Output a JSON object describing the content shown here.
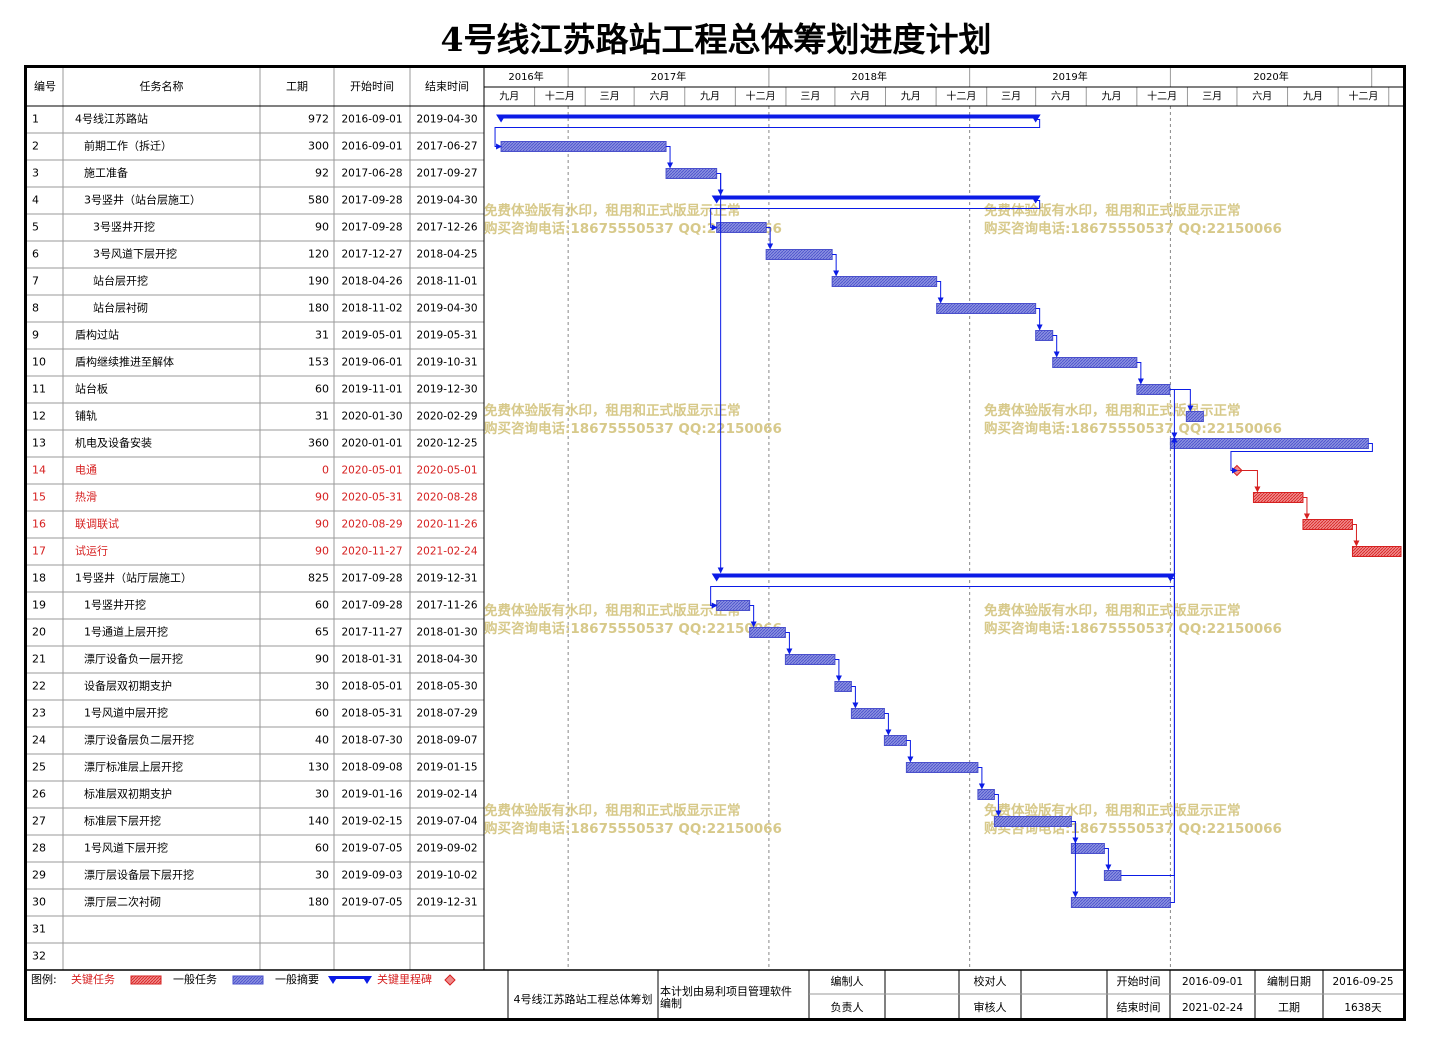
{
  "title": "4号线江苏路站工程总体筹划进度计划",
  "columns": {
    "id": "编号",
    "name": "任务名称",
    "duration": "工期",
    "start": "开始时间",
    "end": "结束时间"
  },
  "timeline": {
    "start_date": "2016-08-01",
    "years": [
      {
        "label": "2016年",
        "from": "2016-08-01",
        "to": "2017-01-01"
      },
      {
        "label": "2017年",
        "from": "2017-01-01",
        "to": "2018-01-01"
      },
      {
        "label": "2018年",
        "from": "2018-01-01",
        "to": "2019-01-01"
      },
      {
        "label": "2019年",
        "from": "2019-01-01",
        "to": "2020-01-01"
      },
      {
        "label": "2020年",
        "from": "2020-01-01",
        "to": "2021-01-01"
      }
    ],
    "quarters": [
      {
        "label": "九月",
        "from": "2016-08-01",
        "to": "2016-11-01"
      },
      {
        "label": "十二月",
        "from": "2016-11-01",
        "to": "2017-02-01"
      },
      {
        "label": "三月",
        "from": "2017-02-01",
        "to": "2017-05-01"
      },
      {
        "label": "六月",
        "from": "2017-05-01",
        "to": "2017-08-01"
      },
      {
        "label": "九月",
        "from": "2017-08-01",
        "to": "2017-11-01"
      },
      {
        "label": "十二月",
        "from": "2017-11-01",
        "to": "2018-02-01"
      },
      {
        "label": "三月",
        "from": "2018-02-01",
        "to": "2018-05-01"
      },
      {
        "label": "六月",
        "from": "2018-05-01",
        "to": "2018-08-01"
      },
      {
        "label": "九月",
        "from": "2018-08-01",
        "to": "2018-11-01"
      },
      {
        "label": "十二月",
        "from": "2018-11-01",
        "to": "2019-02-01"
      },
      {
        "label": "三月",
        "from": "2019-02-01",
        "to": "2019-05-01"
      },
      {
        "label": "六月",
        "from": "2019-05-01",
        "to": "2019-08-01"
      },
      {
        "label": "九月",
        "from": "2019-08-01",
        "to": "2019-11-01"
      },
      {
        "label": "十二月",
        "from": "2019-11-01",
        "to": "2020-02-01"
      },
      {
        "label": "三月",
        "from": "2020-02-01",
        "to": "2020-05-01"
      },
      {
        "label": "六月",
        "from": "2020-05-01",
        "to": "2020-08-01"
      },
      {
        "label": "九月",
        "from": "2020-08-01",
        "to": "2020-11-01"
      },
      {
        "label": "十二月",
        "from": "2020-11-01",
        "to": "2021-02-01"
      }
    ]
  },
  "tasks": [
    {
      "id": "1",
      "name": "4号线江苏路站",
      "level": 0,
      "duration": "972",
      "start": "2016-09-01",
      "end": "2019-04-30",
      "type": "summary",
      "critical": false
    },
    {
      "id": "2",
      "name": "前期工作（拆迁）",
      "level": 1,
      "duration": "300",
      "start": "2016-09-01",
      "end": "2017-06-27",
      "type": "task",
      "critical": false
    },
    {
      "id": "3",
      "name": "施工准备",
      "level": 1,
      "duration": "92",
      "start": "2017-06-28",
      "end": "2017-09-27",
      "type": "task",
      "critical": false
    },
    {
      "id": "4",
      "name": "3号竖井（站台层施工）",
      "level": 1,
      "duration": "580",
      "start": "2017-09-28",
      "end": "2019-04-30",
      "type": "summary",
      "critical": false
    },
    {
      "id": "5",
      "name": "3号竖井开挖",
      "level": 2,
      "duration": "90",
      "start": "2017-09-28",
      "end": "2017-12-26",
      "type": "task",
      "critical": false
    },
    {
      "id": "6",
      "name": "3号风道下层开挖",
      "level": 2,
      "duration": "120",
      "start": "2017-12-27",
      "end": "2018-04-25",
      "type": "task",
      "critical": false
    },
    {
      "id": "7",
      "name": "站台层开挖",
      "level": 2,
      "duration": "190",
      "start": "2018-04-26",
      "end": "2018-11-01",
      "type": "task",
      "critical": false
    },
    {
      "id": "8",
      "name": "站台层衬砌",
      "level": 2,
      "duration": "180",
      "start": "2018-11-02",
      "end": "2019-04-30",
      "type": "task",
      "critical": false
    },
    {
      "id": "9",
      "name": "盾构过站",
      "level": 0,
      "duration": "31",
      "start": "2019-05-01",
      "end": "2019-05-31",
      "type": "task",
      "critical": false
    },
    {
      "id": "10",
      "name": "盾构继续推进至解体",
      "level": 0,
      "duration": "153",
      "start": "2019-06-01",
      "end": "2019-10-31",
      "type": "task",
      "critical": false
    },
    {
      "id": "11",
      "name": "站台板",
      "level": 0,
      "duration": "60",
      "start": "2019-11-01",
      "end": "2019-12-30",
      "type": "task",
      "critical": false
    },
    {
      "id": "12",
      "name": "铺轨",
      "level": 0,
      "duration": "31",
      "start": "2020-01-30",
      "end": "2020-02-29",
      "type": "task",
      "critical": false
    },
    {
      "id": "13",
      "name": "机电及设备安装",
      "level": 0,
      "duration": "360",
      "start": "2020-01-01",
      "end": "2020-12-25",
      "type": "task",
      "critical": false
    },
    {
      "id": "14",
      "name": "电通",
      "level": 0,
      "duration": "0",
      "start": "2020-05-01",
      "end": "2020-05-01",
      "type": "milestone",
      "critical": true
    },
    {
      "id": "15",
      "name": "热滑",
      "level": 0,
      "duration": "90",
      "start": "2020-05-31",
      "end": "2020-08-28",
      "type": "task",
      "critical": true
    },
    {
      "id": "16",
      "name": "联调联试",
      "level": 0,
      "duration": "90",
      "start": "2020-08-29",
      "end": "2020-11-26",
      "type": "task",
      "critical": true
    },
    {
      "id": "17",
      "name": "试运行",
      "level": 0,
      "duration": "90",
      "start": "2020-11-27",
      "end": "2021-02-24",
      "type": "task",
      "critical": true
    },
    {
      "id": "18",
      "name": "1号竖井（站厅层施工）",
      "level": 0,
      "duration": "825",
      "start": "2017-09-28",
      "end": "2019-12-31",
      "type": "summary",
      "critical": false
    },
    {
      "id": "19",
      "name": "1号竖井开挖",
      "level": 1,
      "duration": "60",
      "start": "2017-09-28",
      "end": "2017-11-26",
      "type": "task",
      "critical": false
    },
    {
      "id": "20",
      "name": "1号通道上层开挖",
      "level": 1,
      "duration": "65",
      "start": "2017-11-27",
      "end": "2018-01-30",
      "type": "task",
      "critical": false
    },
    {
      "id": "21",
      "name": "漂厅设备负一层开挖",
      "level": 1,
      "duration": "90",
      "start": "2018-01-31",
      "end": "2018-04-30",
      "type": "task",
      "critical": false
    },
    {
      "id": "22",
      "name": "设备层双初期支护",
      "level": 1,
      "duration": "30",
      "start": "2018-05-01",
      "end": "2018-05-30",
      "type": "task",
      "critical": false
    },
    {
      "id": "23",
      "name": "1号风道中层开挖",
      "level": 1,
      "duration": "60",
      "start": "2018-05-31",
      "end": "2018-07-29",
      "type": "task",
      "critical": false
    },
    {
      "id": "24",
      "name": "漂厅设备层负二层开挖",
      "level": 1,
      "duration": "40",
      "start": "2018-07-30",
      "end": "2018-09-07",
      "type": "task",
      "critical": false
    },
    {
      "id": "25",
      "name": "漂厅标准层上层开挖",
      "level": 1,
      "duration": "130",
      "start": "2018-09-08",
      "end": "2019-01-15",
      "type": "task",
      "critical": false
    },
    {
      "id": "26",
      "name": "标准层双初期支护",
      "level": 1,
      "duration": "30",
      "start": "2019-01-16",
      "end": "2019-02-14",
      "type": "task",
      "critical": false
    },
    {
      "id": "27",
      "name": "标准层下层开挖",
      "level": 1,
      "duration": "140",
      "start": "2019-02-15",
      "end": "2019-07-04",
      "type": "task",
      "critical": false
    },
    {
      "id": "28",
      "name": "1号风道下层开挖",
      "level": 1,
      "duration": "60",
      "start": "2019-07-05",
      "end": "2019-09-02",
      "type": "task",
      "critical": false
    },
    {
      "id": "29",
      "name": "漂厅层设备层下层开挖",
      "level": 1,
      "duration": "30",
      "start": "2019-09-03",
      "end": "2019-10-02",
      "type": "task",
      "critical": false
    },
    {
      "id": "30",
      "name": "漂厅层二次衬砌",
      "level": 1,
      "duration": "180",
      "start": "2019-07-05",
      "end": "2019-12-31",
      "type": "task",
      "critical": false
    },
    {
      "id": "31",
      "name": "",
      "level": 0,
      "duration": "",
      "start": "",
      "end": "",
      "type": "empty",
      "critical": false
    },
    {
      "id": "32",
      "name": "",
      "level": 0,
      "duration": "",
      "start": "",
      "end": "",
      "type": "empty",
      "critical": false
    }
  ],
  "links": [
    [
      1,
      2
    ],
    [
      2,
      3
    ],
    [
      3,
      4
    ],
    [
      4,
      5
    ],
    [
      5,
      6
    ],
    [
      6,
      7
    ],
    [
      7,
      8
    ],
    [
      8,
      9
    ],
    [
      9,
      10
    ],
    [
      10,
      11
    ],
    [
      11,
      12
    ],
    [
      11,
      13
    ],
    [
      13,
      14
    ],
    [
      14,
      15
    ],
    [
      15,
      16
    ],
    [
      16,
      17
    ],
    [
      3,
      18
    ],
    [
      18,
      19
    ],
    [
      19,
      20
    ],
    [
      20,
      21
    ],
    [
      21,
      22
    ],
    [
      22,
      23
    ],
    [
      23,
      24
    ],
    [
      24,
      25
    ],
    [
      25,
      26
    ],
    [
      26,
      27
    ],
    [
      27,
      28
    ],
    [
      28,
      29
    ],
    [
      27,
      30
    ],
    [
      29,
      13
    ],
    [
      30,
      13
    ]
  ],
  "watermark": {
    "line1": "免费体验版有水印，租用和正式版显示正常",
    "line2": "购买咨询电话:18675550537 QQ:22150066"
  },
  "legend": {
    "label": "图例:",
    "critical_task": "关键任务",
    "normal_task": "一般任务",
    "normal_summary": "一般摘要",
    "critical_milestone": "关键里程碑"
  },
  "footer": {
    "plan_name": "4号线江苏路站工程总体筹划",
    "software_note": "本计划由易利项目管理软件编制",
    "compiler_label": "编制人",
    "compiler": "",
    "checker_label": "校对人",
    "checker": "",
    "owner_label": "负责人",
    "owner": "",
    "reviewer_label": "审核人",
    "reviewer": "",
    "start_label": "开始时间",
    "start": "2016-09-01",
    "end_label": "结束时间",
    "end": "2021-02-24",
    "date_label": "编制日期",
    "date": "2016-09-25",
    "duration_label": "工期",
    "duration": "1638天"
  },
  "colors": {
    "task": "#4a50cc",
    "task_fill": "#8a90e0",
    "summary": "#0b1be6",
    "critical": "#d62020",
    "critical_fill": "#f08a8a",
    "watermark": "#d7c98a",
    "link": "#0b1be6"
  }
}
